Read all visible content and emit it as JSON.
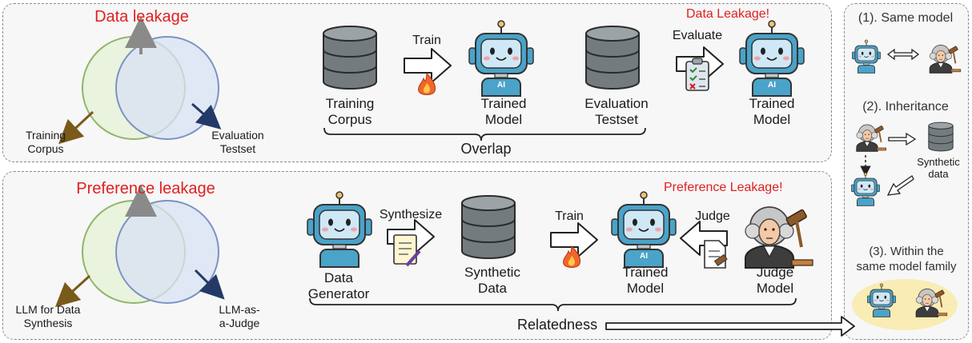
{
  "top_panel": {
    "venn_title": "Data leakage",
    "venn_left_label": [
      "Training",
      "Corpus"
    ],
    "venn_right_label": [
      "Evaluation",
      "Testset"
    ],
    "leak_label": "Data Leakage!",
    "train_label": "Train",
    "evaluate_label": "Evaluate",
    "nodes": {
      "training_corpus": [
        "Training",
        "Corpus"
      ],
      "trained_model_1": [
        "Trained",
        "Model"
      ],
      "evaluation_testset": [
        "Evaluation",
        "Testset"
      ],
      "trained_model_2": [
        "Trained",
        "Model"
      ]
    },
    "brace_label": "Overlap"
  },
  "bottom_panel": {
    "venn_title": "Preference leakage",
    "venn_left_label": [
      "LLM for Data",
      "Synthesis"
    ],
    "venn_right_label": [
      "LLM-as-",
      "a-Judge"
    ],
    "leak_label": "Preference Leakage!",
    "synthesize_label": "Synthesize",
    "train_label": "Train",
    "judge_label": "Judge",
    "nodes": {
      "data_generator": [
        "Data",
        "Generator"
      ],
      "synthetic_data": [
        "Synthetic",
        "Data"
      ],
      "trained_model": [
        "Trained",
        "Model"
      ],
      "judge_model": [
        "Judge",
        "Model"
      ]
    },
    "brace_label": "Relatedness"
  },
  "right_panel": {
    "item1": "(1). Same model",
    "item2": "(2). Inheritance",
    "synthetic_data": [
      "Synthetic",
      "data"
    ],
    "item3": [
      "(3). Within the",
      "same model family"
    ]
  },
  "icon_badge": "AI",
  "colors": {
    "leak_red": "#e02020",
    "venn_green": "#e6f2d8",
    "venn_blue": "#d8e2f4",
    "database": "#737b7f",
    "robot_head": "#4aa3c8",
    "highlight_yellow": "#f9ecb4"
  }
}
